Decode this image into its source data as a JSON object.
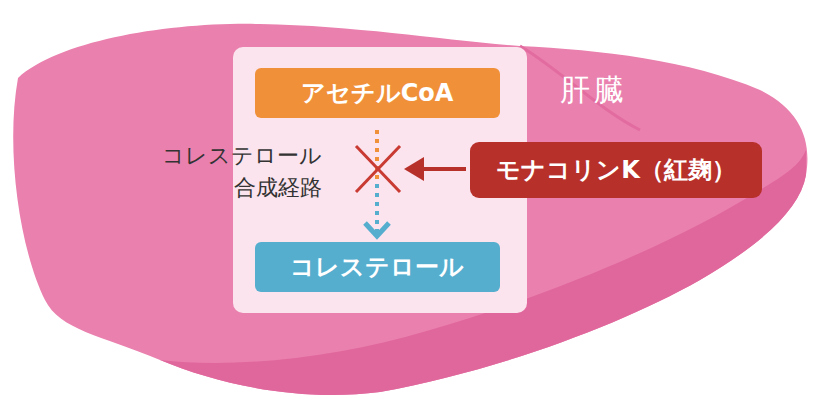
{
  "diagram": {
    "nodes": [
      {
        "text": [
          "アセチルCoA"
        ]
      },
      {
        "text": [
          "コレステロール"
        ]
      },
      {
        "text": [
          "モナコリンK（紅麹）"
        ]
      }
    ],
    "edges": [
      {
        "from": 0,
        "to": 1,
        "arrow": "to",
        "label": "コレステロール 合成経路"
      }
    ],
    "labels": [
      "肝臓"
    ]
  }
}
